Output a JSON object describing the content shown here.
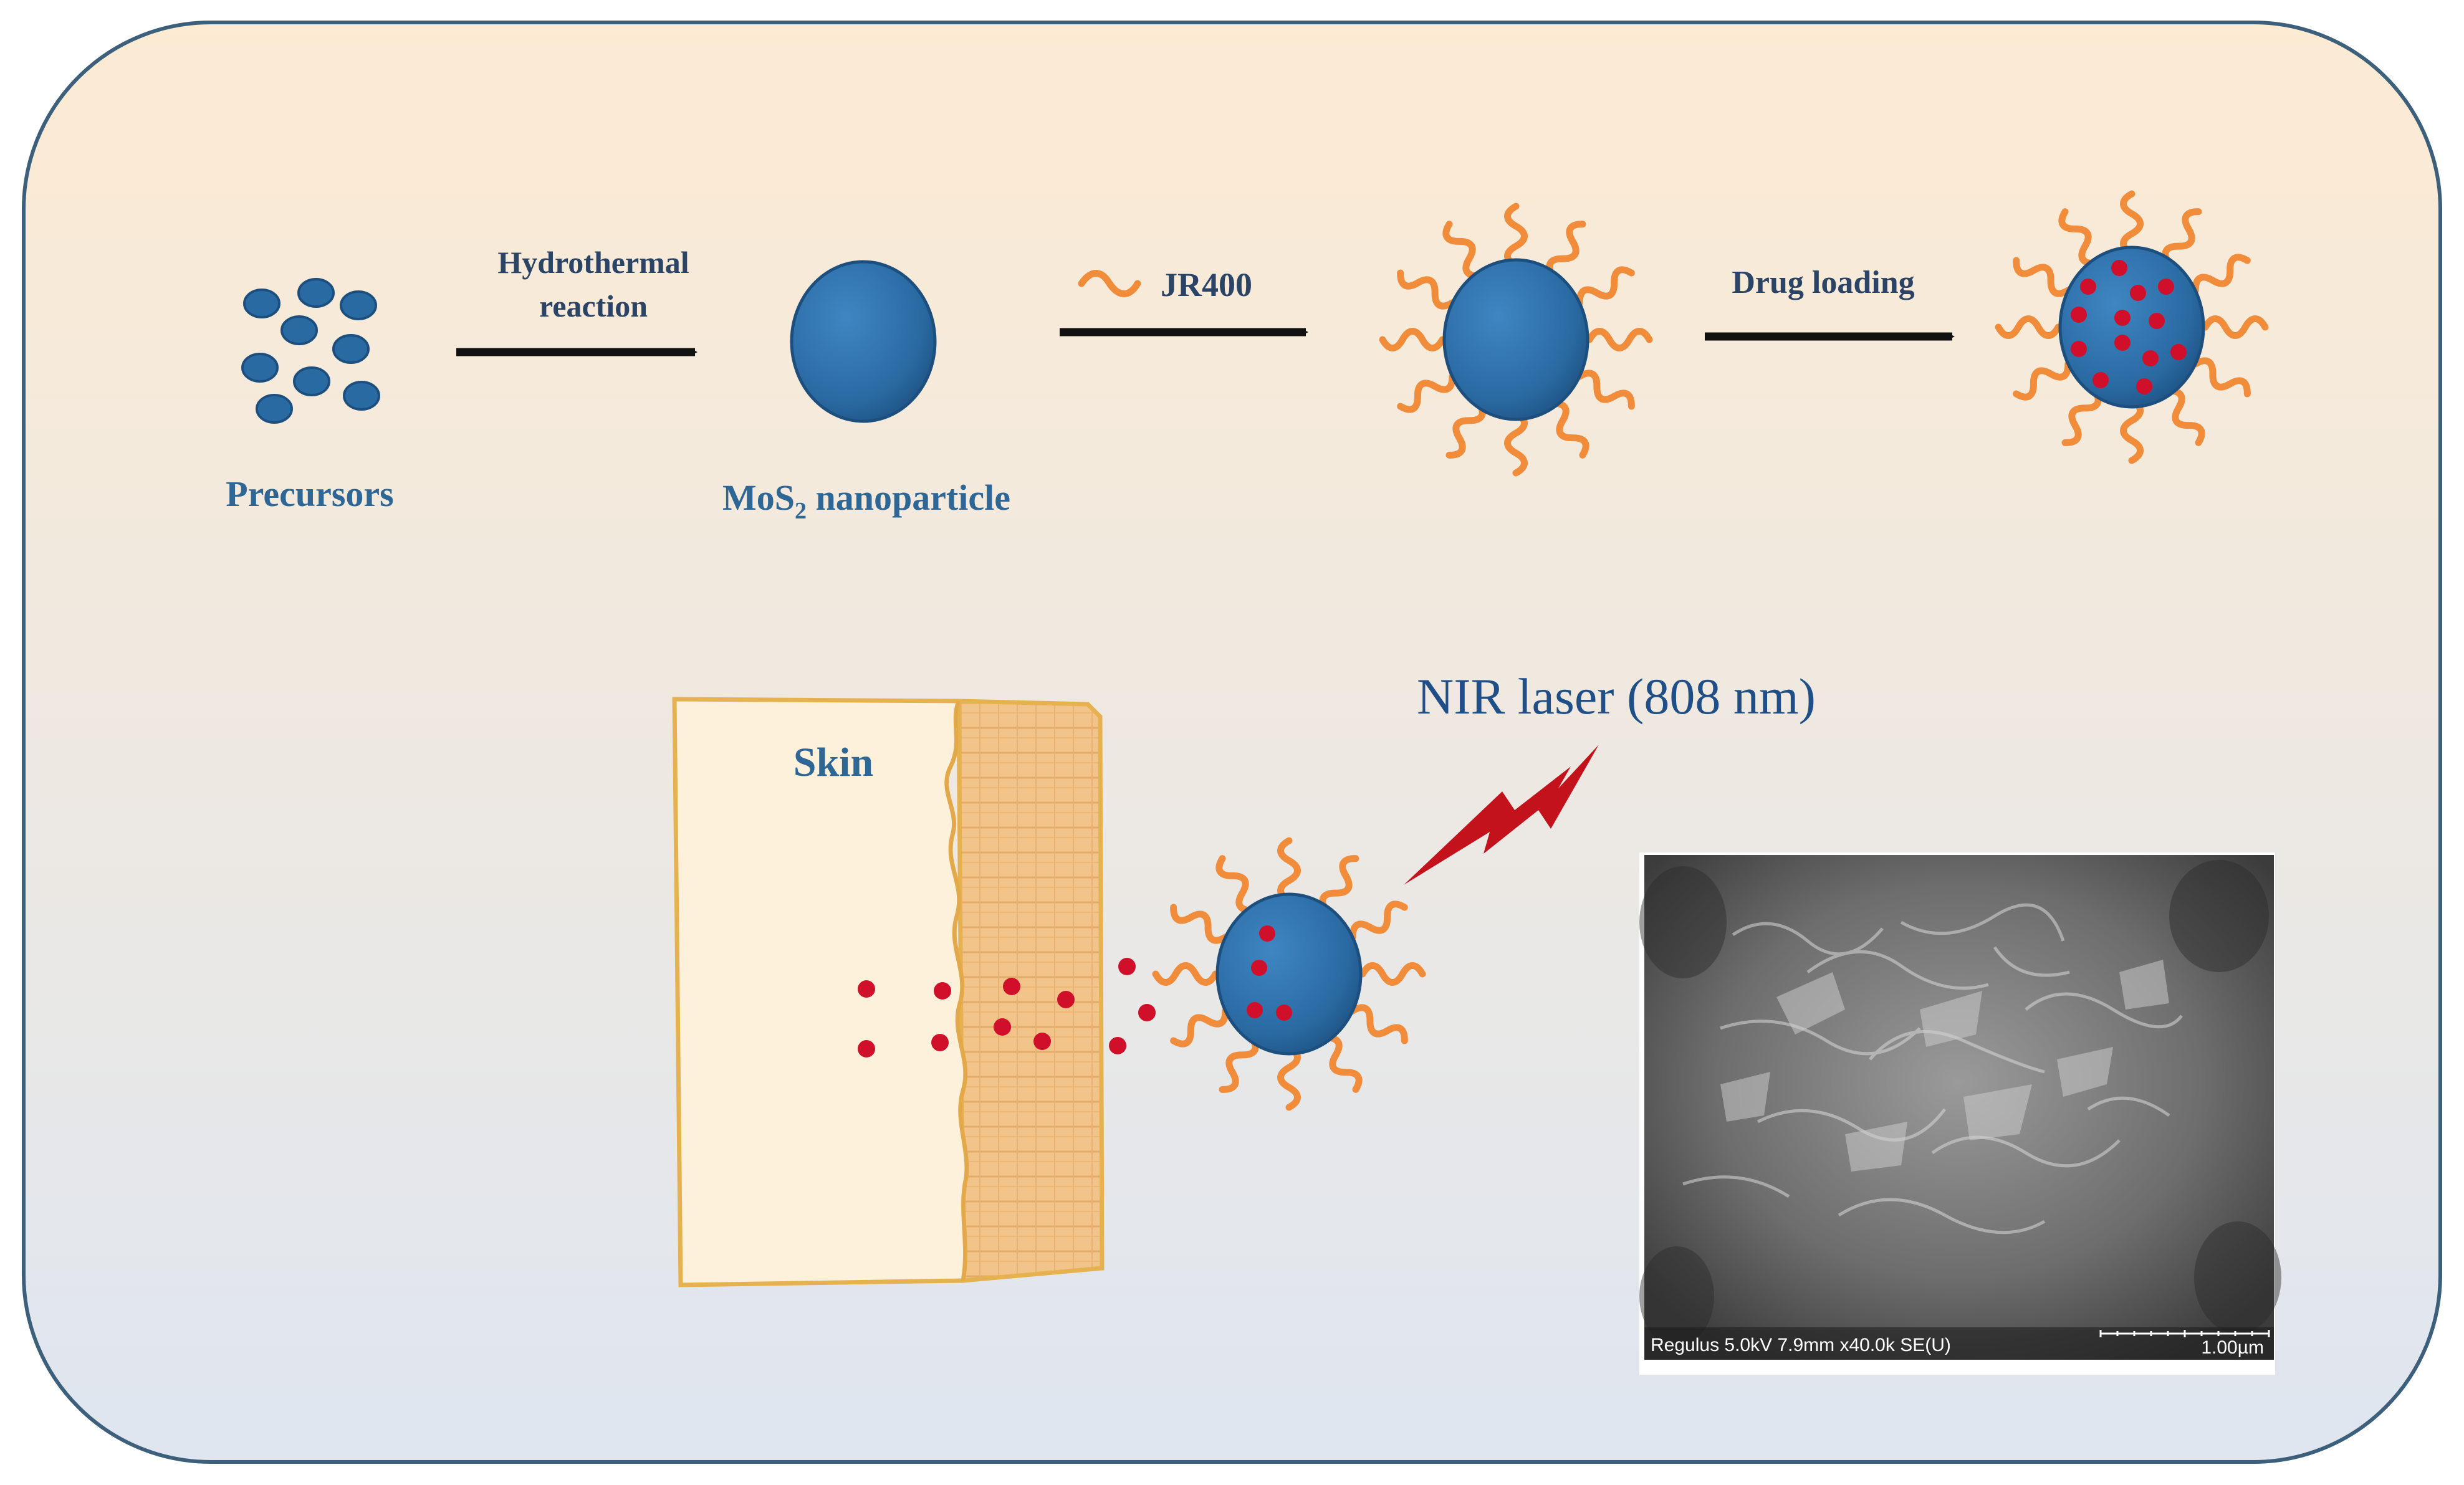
{
  "colors": {
    "panel_top": "#fdebd3",
    "panel_bottom": "#dfe6f0",
    "panel_border": "#3c5f7c",
    "particle_blue": "#2a6aa3",
    "ligand_orange": "#f08c3a",
    "drug_red": "#d0102a",
    "laser_red": "#c4121d",
    "arrow": "#111111"
  },
  "synthesis": {
    "precursors_label": "Precursors",
    "step1_label_line1": "Hydrothermal",
    "step1_label_line2": "reaction",
    "nanoparticle_label_main": "MoS",
    "nanoparticle_label_sub": "2",
    "nanoparticle_label_rest": " nanoparticle",
    "step2_label": "JR400",
    "step3_label": "Drug loading"
  },
  "delivery": {
    "skin_label": "Skin",
    "laser_label": "NIR laser (808 nm)"
  },
  "sem_image": {
    "caption_left": "Regulus 5.0kV 7.9mm x40.0k SE(U)",
    "caption_right": "1.00µm"
  }
}
